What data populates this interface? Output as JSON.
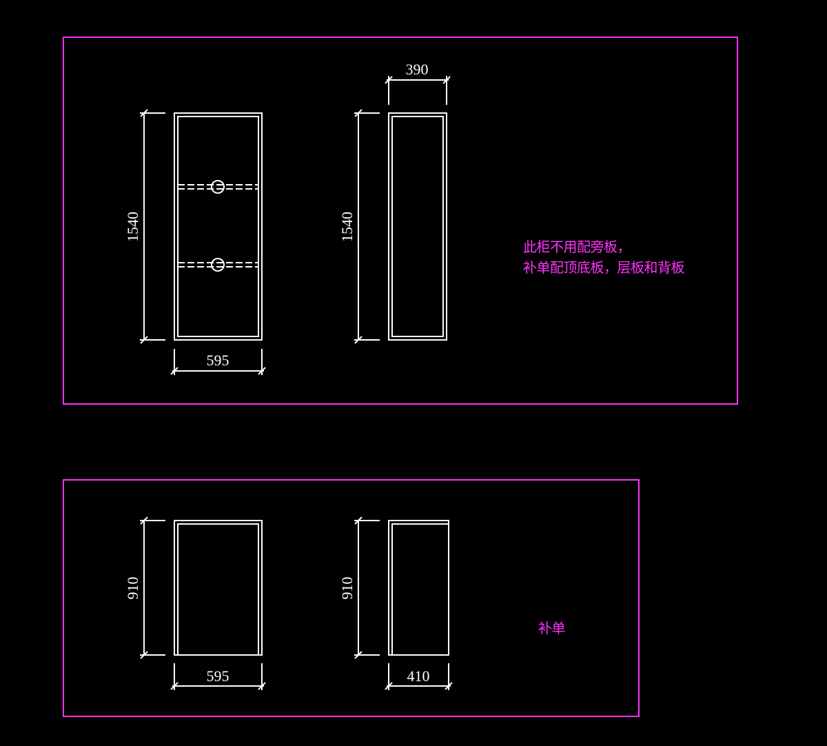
{
  "colors": {
    "background": "#000000",
    "frame": "#ff33ff",
    "linework": "#ffffff",
    "note": "#ff33ff"
  },
  "sheet_top": {
    "front_view": {
      "height_label": "1540",
      "width_label": "595"
    },
    "side_view": {
      "height_label": "1540",
      "depth_label": "390"
    },
    "note_line1": "此柜不用配旁板，",
    "note_line2": "补单配顶底板，层板和背板"
  },
  "sheet_bottom": {
    "front_view": {
      "height_label": "910",
      "width_label": "595"
    },
    "side_view": {
      "height_label": "910",
      "depth_label": "410"
    },
    "note": "补单"
  }
}
